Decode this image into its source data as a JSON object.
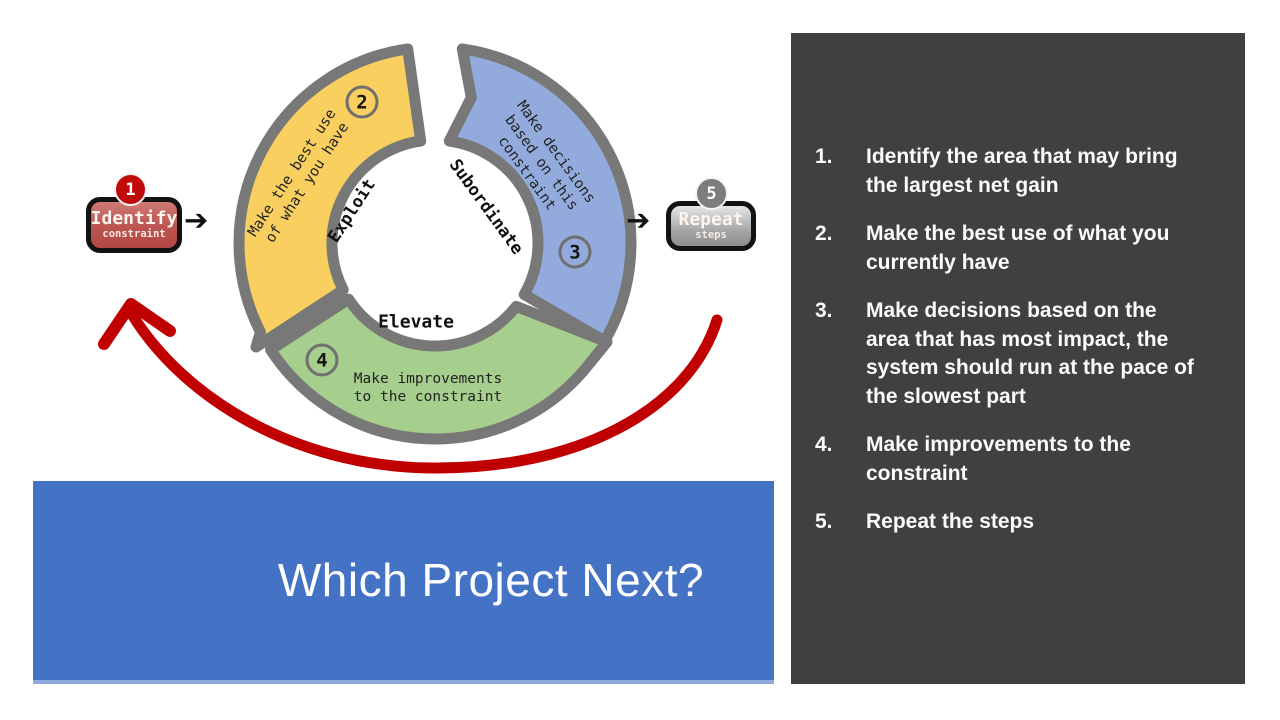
{
  "diagram": {
    "outline_color": "#787878",
    "loop_arrow_color": "#C00000",
    "arrow_glyph": "➔",
    "identify_badge": {
      "number": "1",
      "title": "Identify",
      "subtitle": "constraint"
    },
    "repeat_badge": {
      "number": "5",
      "title": "Repeat",
      "subtitle": "steps"
    },
    "arcs": [
      {
        "number": "2",
        "phase": "Exploit",
        "text": "Make the best use\nof what you have",
        "color": "#F9CF5F"
      },
      {
        "number": "3",
        "phase": "Subordinate",
        "text": "Make decisions\nbased on this\nconstraint",
        "color": "#92ABDC"
      },
      {
        "number": "4",
        "phase": "Elevate",
        "text": "Make improvements\nto the constraint",
        "color": "#A6CF8D"
      }
    ]
  },
  "banner": {
    "background": "#4472C4",
    "title": "Which Project Next?"
  },
  "steps_panel": {
    "background": "#404040",
    "items": [
      {
        "num": "1.",
        "text": "Identify the area that may bring the largest net gain"
      },
      {
        "num": "2.",
        "text": "Make the best use of what you currently have"
      },
      {
        "num": "3.",
        "text": "Make decisions based on the area that has most impact, the system should run at the pace of the slowest part"
      },
      {
        "num": "4.",
        "text": "Make improvements to the constraint"
      },
      {
        "num": "5.",
        "text": "Repeat the steps"
      }
    ]
  }
}
